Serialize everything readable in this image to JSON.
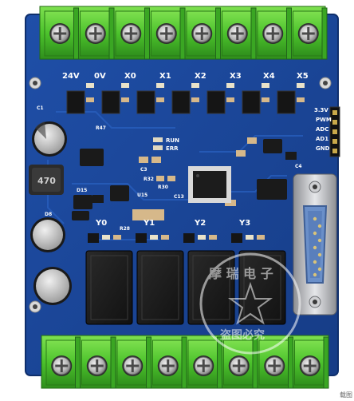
{
  "top_labels": {
    "v24": "24V",
    "v0": "0V",
    "x0": "X0",
    "x1": "X1",
    "x2": "X2",
    "x3": "X3",
    "x4": "X4",
    "x5": "X5"
  },
  "side_labels": {
    "v33": "3.3V",
    "pwm": "PWM",
    "adc": "ADC",
    "ad1": "AD1",
    "gnd": "GND"
  },
  "status_labels": {
    "run": "RUN",
    "err": "ERR"
  },
  "output_labels": {
    "y0": "Y0",
    "y1": "Y1",
    "y2": "Y2",
    "y3": "Y3"
  },
  "part_labels": {
    "inductor": "470",
    "d15": "D15",
    "d8": "D8",
    "c1": "C1",
    "r47": "R47",
    "c3": "C3",
    "r32": "R32",
    "r30": "R30",
    "c13": "C13",
    "u15": "U15",
    "r28": "R28",
    "c4": "C4"
  },
  "watermark": {
    "top": "摩 瑞 电 子",
    "bottom": "盗图必究"
  },
  "corner_text": "载图"
}
